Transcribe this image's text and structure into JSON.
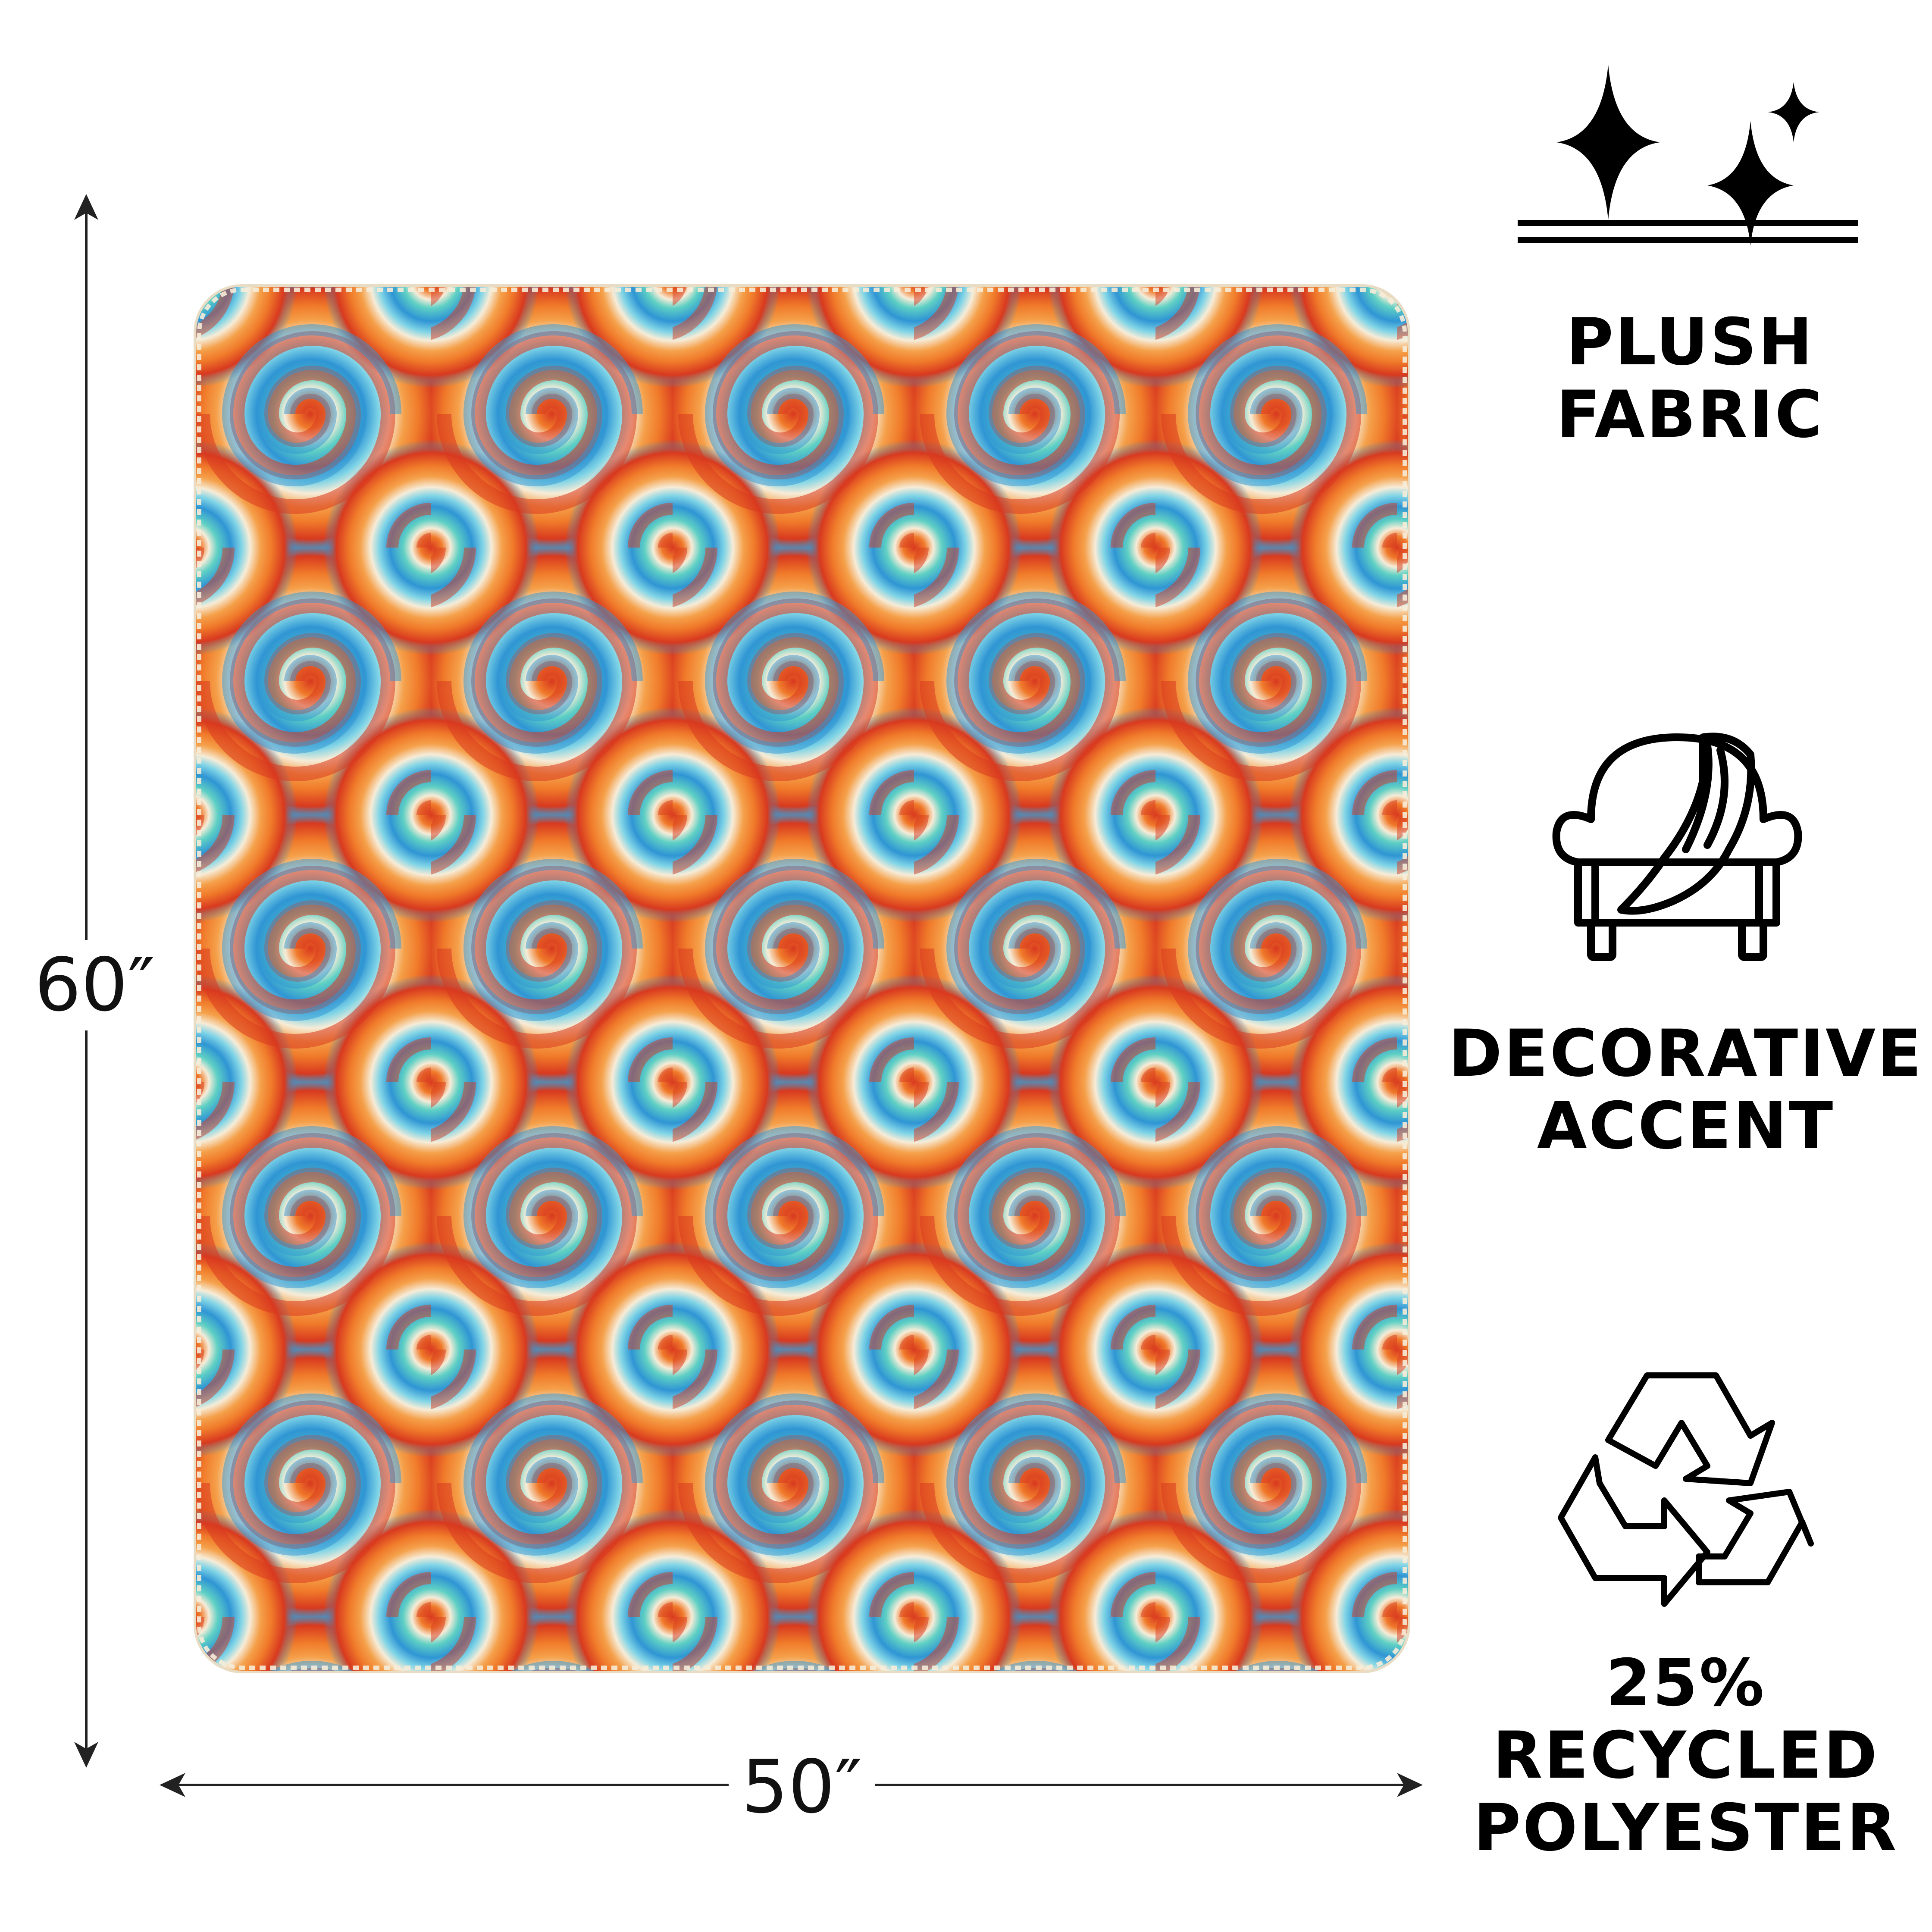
{
  "dimensions": {
    "height": "60″",
    "width": "50″"
  },
  "features": [
    {
      "icon": "sparkle-icon",
      "lines": [
        "PLUSH",
        "FABRIC"
      ]
    },
    {
      "icon": "armchair-blanket-icon",
      "lines": [
        "DECORATIVE",
        "ACCENT"
      ]
    },
    {
      "icon": "recycle-icon",
      "lines": [
        "25%",
        "RECYCLED",
        "POLYESTER"
      ]
    }
  ],
  "colors": {
    "text": "#000000",
    "blanket_blue": "#2f95d4",
    "blanket_teal": "#5fd0c4",
    "blanket_orange": "#f07a2a",
    "blanket_red": "#d8391f",
    "blanket_cream": "#f6ecd8"
  }
}
